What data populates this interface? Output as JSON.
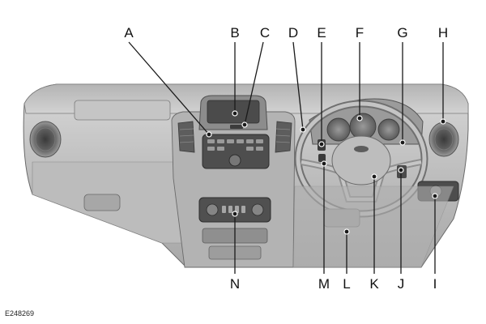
{
  "figure": {
    "id": "E248269",
    "callouts": [
      "A",
      "B",
      "C",
      "D",
      "E",
      "F",
      "G",
      "H",
      "I",
      "J",
      "K",
      "L",
      "M",
      "N"
    ]
  },
  "colors": {
    "dash_light": "#c9c9c9",
    "dash_mid": "#a9a9a9",
    "dash_dark": "#6f6f6f",
    "outline": "#5a5a5a",
    "leader": "#1a1a1a"
  }
}
